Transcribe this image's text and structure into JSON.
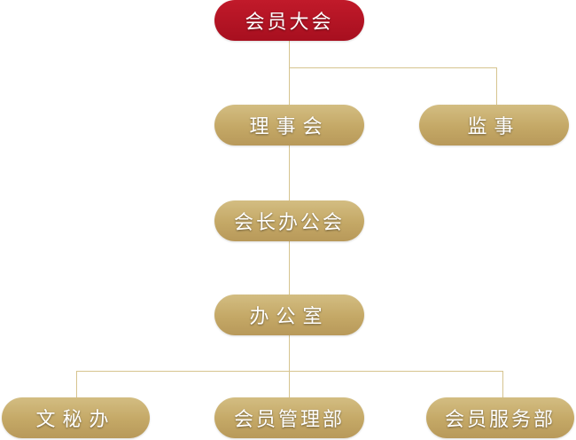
{
  "colors": {
    "root_fill": "#ad1222",
    "node_fill": "#c4a866",
    "connector": "#d6c48f",
    "text": "#ffffff"
  },
  "nodes": {
    "general_assembly": "会员大会",
    "council": "理事会",
    "supervisor": "监事",
    "president_office": "会长办公会",
    "office": "办公室",
    "secretariat": "文秘办",
    "member_management": "会员管理部",
    "member_services": "会员服务部"
  }
}
